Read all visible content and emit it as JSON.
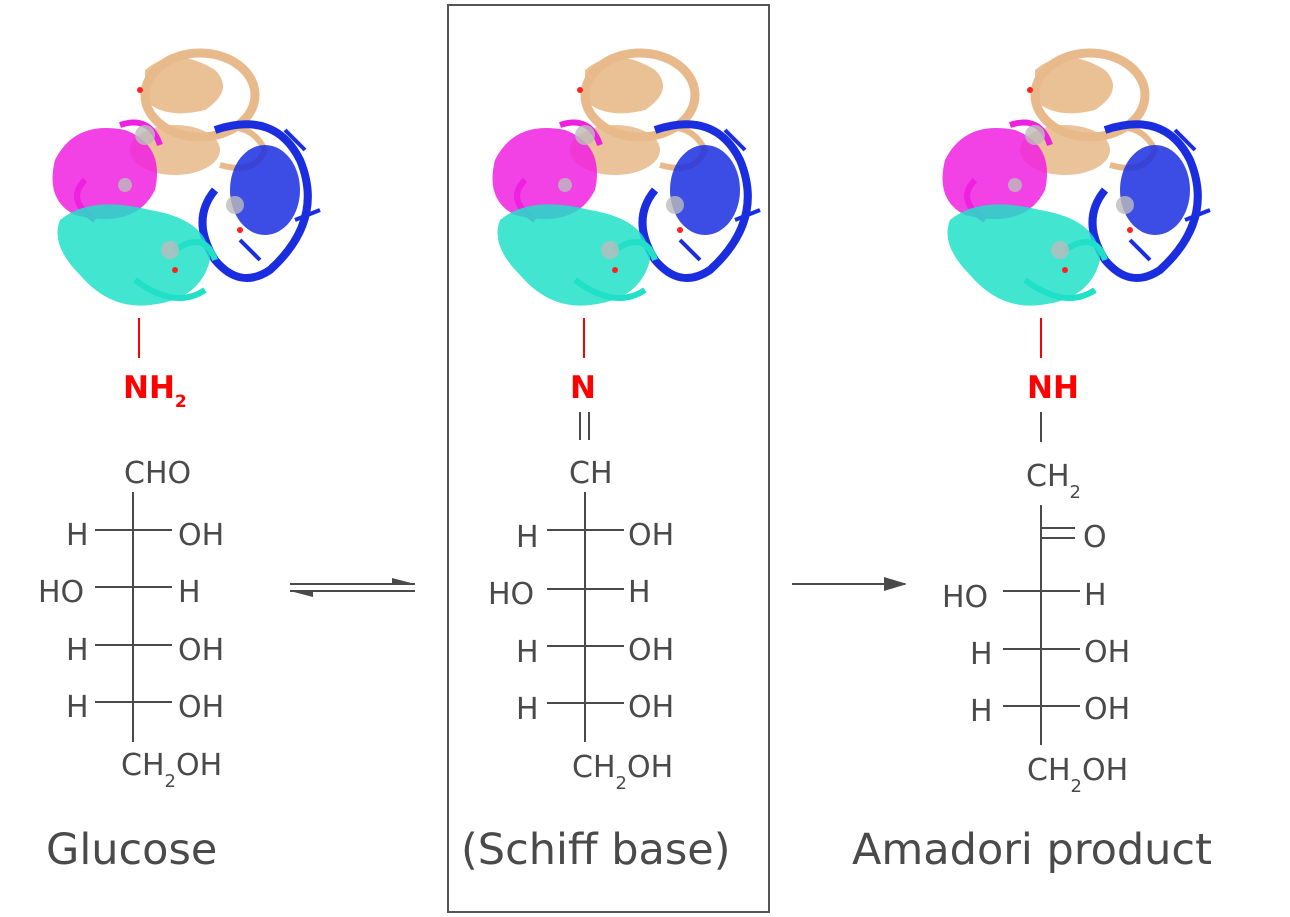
{
  "colors": {
    "text": "#4a4a4a",
    "amine": "#ff0000",
    "protein_tan": "#e8b98a",
    "protein_blue": "#1a2ee0",
    "protein_magenta": "#f020e0",
    "protein_cyan": "#20e0c8"
  },
  "icons": [
    "hemoglobin-protein-icon"
  ],
  "glucose": {
    "amine": "NH",
    "amine_sub": "2",
    "top": "CHO",
    "rows": [
      {
        "left": "H",
        "right": "OH"
      },
      {
        "left": "HO",
        "right": "H"
      },
      {
        "left": "H",
        "right": "OH"
      },
      {
        "left": "H",
        "right": "OH"
      }
    ],
    "bottom_a": "CH",
    "bottom_sub": "2",
    "bottom_b": "OH",
    "label": "Glucose"
  },
  "schiff": {
    "amine": "N",
    "top": "CH",
    "rows": [
      {
        "left": "H",
        "right": "OH"
      },
      {
        "left": "HO",
        "right": "H"
      },
      {
        "left": "H",
        "right": "OH"
      },
      {
        "left": "H",
        "right": "OH"
      }
    ],
    "bottom_a": "CH",
    "bottom_sub": "2",
    "bottom_b": "OH",
    "label": "(Schiff base)"
  },
  "amadori": {
    "amine": "NH",
    "top": "CH",
    "top_sub": "2",
    "ketone": "O",
    "rows": [
      {
        "left": "HO",
        "right": "H"
      },
      {
        "left": "H",
        "right": "OH"
      },
      {
        "left": "H",
        "right": "OH"
      }
    ],
    "bottom_a": "CH",
    "bottom_sub": "2",
    "bottom_b": "OH",
    "label": "Amadori product"
  }
}
